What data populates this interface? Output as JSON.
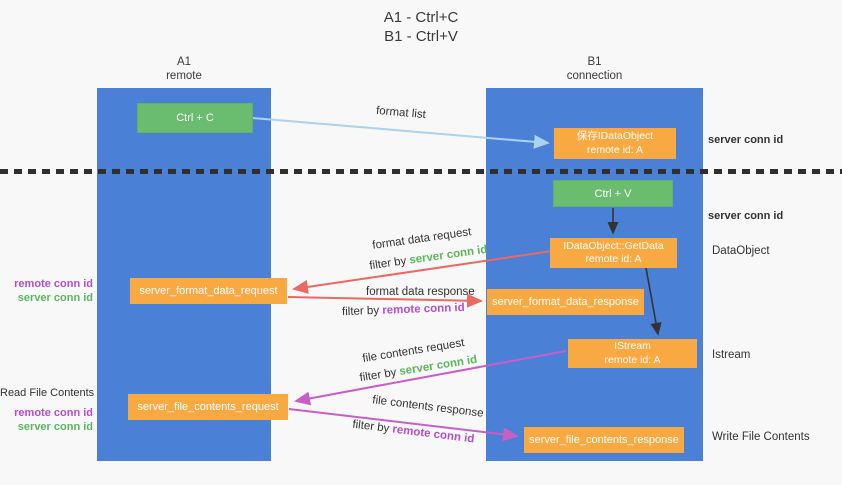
{
  "title": {
    "line1": "A1 - Ctrl+C",
    "line2": "B1 - Ctrl+V"
  },
  "lanes": {
    "a1": {
      "name": "A1",
      "role": "remote"
    },
    "b1": {
      "name": "B1",
      "role": "connection"
    }
  },
  "nodes": {
    "ctrl_c": {
      "label": "Ctrl + C"
    },
    "save_idataobject": {
      "line1": "保存IDataObject",
      "line2": "remote id: A"
    },
    "ctrl_v": {
      "label": "Ctrl + V"
    },
    "idataobject_getdata": {
      "line1": "IDataObject::GetData",
      "line2": "remote id: A"
    },
    "server_format_data_request": {
      "label": "server_format_data_request"
    },
    "server_format_data_response": {
      "label": "server_format_data_response"
    },
    "istream": {
      "line1": "IStream",
      "line2": "remote id: A"
    },
    "server_file_contents_request": {
      "label": "server_file_contents_request"
    },
    "server_file_contents_response": {
      "label": "server_file_contents_response"
    }
  },
  "edge_labels": {
    "format_list": "format list",
    "format_data_request": "format data request",
    "format_data_response": "format data response",
    "file_contents_request": "file contents request",
    "file_contents_response": "file contents response",
    "filter_by": "filter by ",
    "server_conn_id": "server conn id",
    "remote_conn_id": "remote conn id"
  },
  "side_labels": {
    "right_server_conn_id_top": "server conn id",
    "right_server_conn_id_mid": "server conn id",
    "dataobject": "DataObject",
    "istream": "Istream",
    "write_file_contents": "Write File Contents",
    "read_file_contents": "Read File Contents",
    "left_remote_conn_id_top": "remote conn id",
    "left_server_conn_id_top": "server conn id",
    "left_remote_conn_id_bottom": "remote conn id",
    "left_server_conn_id_bottom": "server conn id"
  },
  "colors": {
    "lane_blue": "#4a80d6",
    "box_green": "#6abc6e",
    "box_orange": "#f9a942",
    "arrow_light_blue": "#a9d3f0",
    "arrow_red": "#e96a62",
    "arrow_magenta": "#c75fc7",
    "arrow_black": "#333333",
    "text_green": "#5cb660",
    "text_purple": "#b44fc8",
    "text_dark": "#3a3a3a",
    "background": "#f8f8f8"
  }
}
